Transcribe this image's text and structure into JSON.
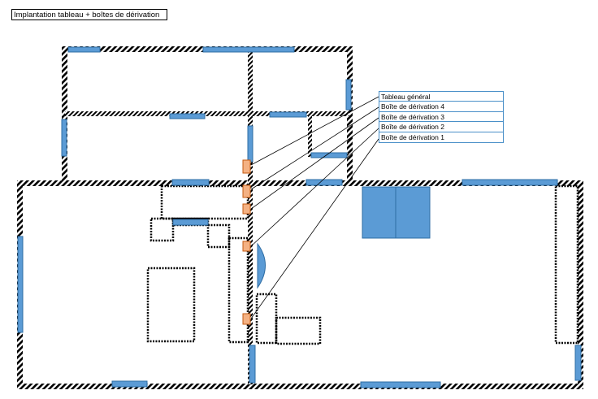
{
  "title": "Implantation tableau + boîtes de dérivation",
  "legend": {
    "items": [
      "Tableau général",
      "Boîte de dérivation 4",
      "Boîte de dérivation 3",
      "Boîte de dérivation 2",
      "Boîte de dérivation 1"
    ]
  },
  "colors": {
    "wall": "#000000",
    "window": "#5b9bd5",
    "box": "#f4b183",
    "legend_border": "#4a90c8"
  }
}
